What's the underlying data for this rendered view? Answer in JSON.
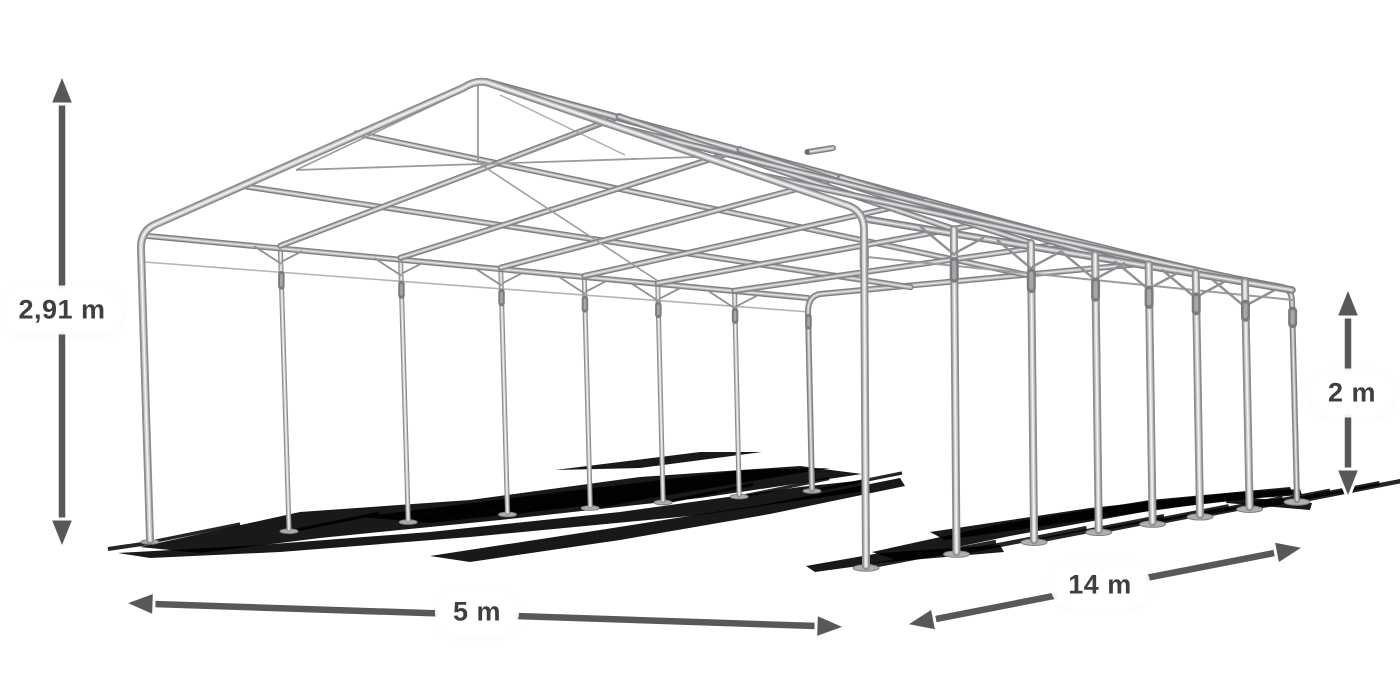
{
  "figure": {
    "subject": "party-tent-steel-frame-skeleton",
    "background": "#ffffff"
  },
  "illustration": {
    "arrow_color": "#57585a",
    "shadow_color": "#000000",
    "cable_color": "#9b9c9e",
    "fitting_color": "#7b7c7f",
    "fitting_light": "#a6a7a9",
    "tube_palette_roof": [
      "#7f8083",
      "#b3b4b6",
      "#e4e5e7"
    ],
    "tube_palette_posts": [
      "#8c8d8f",
      "#c9cacc",
      "#f1f2f3"
    ],
    "base_plate_fill": "#aeafb1",
    "base_plate_stroke": "#7e7f82",
    "label_text_color": "#3e3f41",
    "label_bg": "#ffffff"
  },
  "dimensions": {
    "total_height": {
      "label": "2,91 m"
    },
    "width": {
      "label": "5 m"
    },
    "length": {
      "label": "14 m"
    },
    "side_height": {
      "label": "2 m"
    }
  }
}
